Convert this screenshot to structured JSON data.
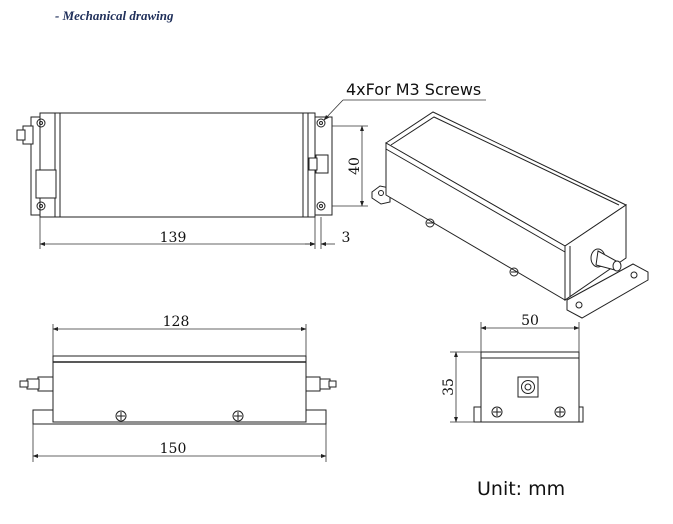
{
  "header": {
    "title": "- Mechanical drawing"
  },
  "annotation": {
    "screws": "4xFor M3 Screws"
  },
  "dimensions": {
    "top_length": "139",
    "top_flange": "3",
    "top_height": "40",
    "side_body_length": "128",
    "side_total_length": "150",
    "end_width": "50",
    "end_height": "35"
  },
  "footer": {
    "unit": "Unit: mm"
  },
  "colors": {
    "header_text": "#1f2f5a",
    "line": "#222222"
  }
}
